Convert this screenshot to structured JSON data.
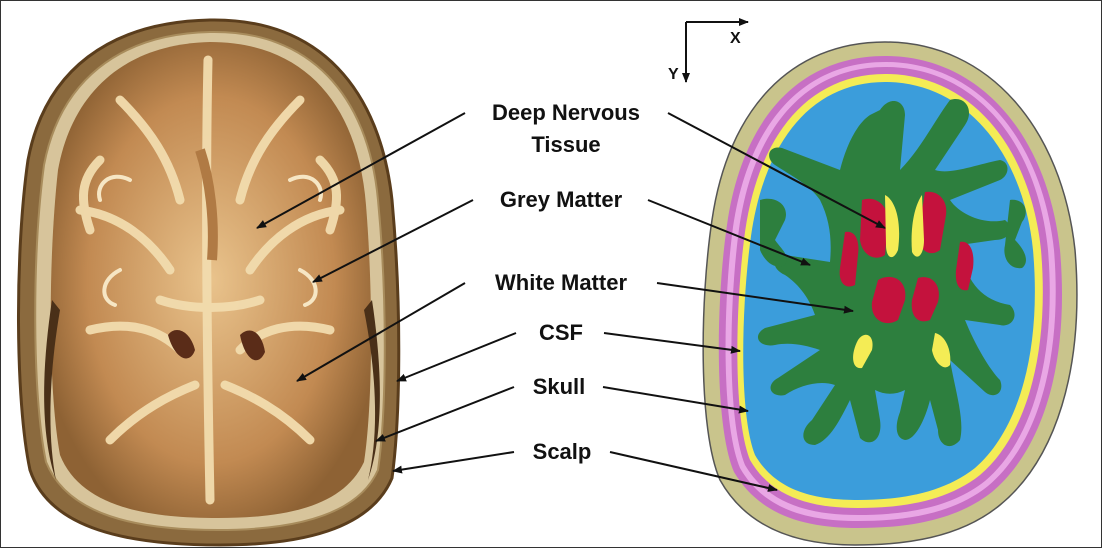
{
  "axes": {
    "x_label": "X",
    "y_label": "Y"
  },
  "labels": {
    "deep_nervous_tissue_line1": "Deep Nervous",
    "deep_nervous_tissue_line2": "Tissue",
    "grey_matter": "Grey Matter",
    "white_matter": "White Matter",
    "csf": "CSF",
    "skull": "Skull",
    "scalp": "Scalp"
  },
  "colors": {
    "scalp": "#c9c48c",
    "skull": "#c76fc4",
    "csf": "#f4ec55",
    "grey_matter": "#3b9ddb",
    "white_matter": "#2d7f3e",
    "deep_nervous_tissue": "#c4123d",
    "photo_tissue": "#c9915a",
    "photo_white": "#f0d7a6",
    "photo_border": "#7a5530"
  }
}
